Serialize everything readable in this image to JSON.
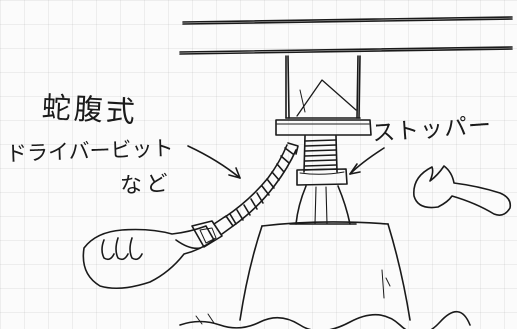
{
  "labels": {
    "title": "蛇腹式",
    "bit_line1": "ドライバービット",
    "bit_line2": "など",
    "stopper": "ストッパー"
  },
  "colors": {
    "ink": "#1a1a1a",
    "paper": "#fbfbfb"
  },
  "icons": {
    "wrench": "wrench-icon",
    "hand": "hand-icon"
  }
}
